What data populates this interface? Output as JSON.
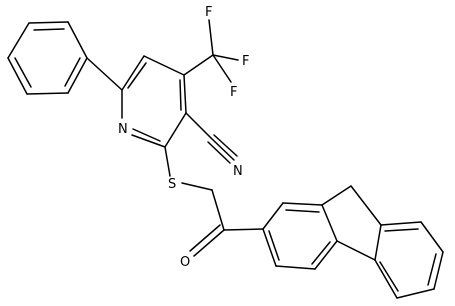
{
  "molecule": {
    "atoms": {
      "f1": "F",
      "f2": "F",
      "f3": "F",
      "n_ring": "N",
      "n_nitrile": "N",
      "s": "S",
      "o": "O"
    }
  }
}
